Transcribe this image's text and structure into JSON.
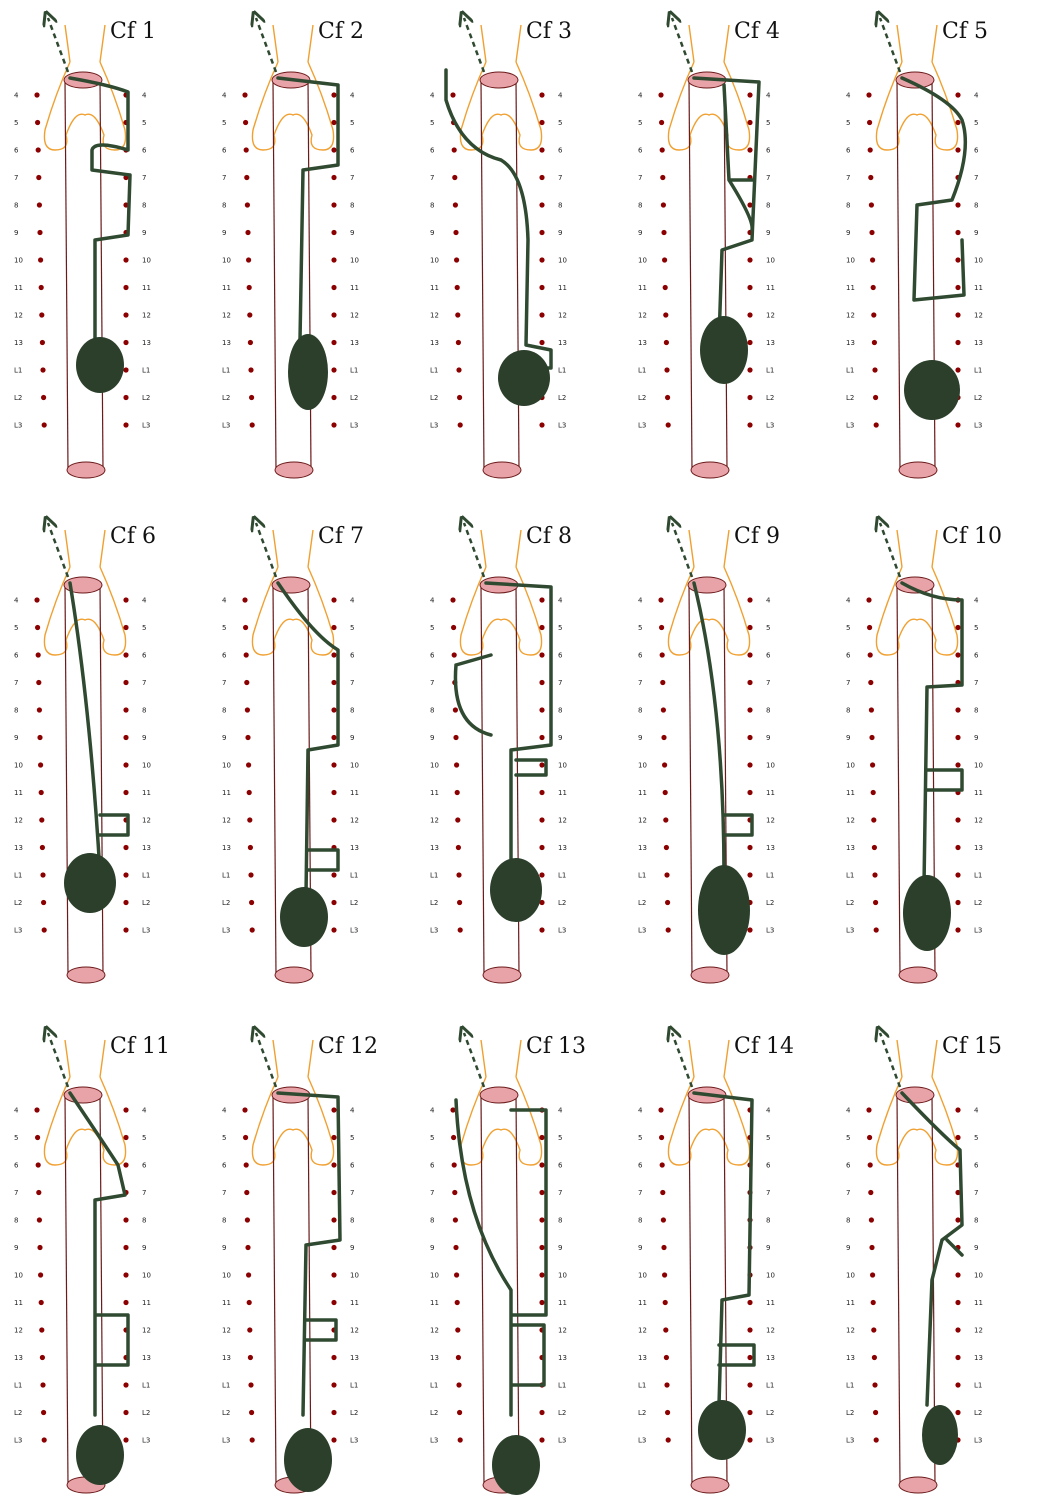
{
  "figure": {
    "level_labels": [
      "4",
      "5",
      "6",
      "7",
      "8",
      "9",
      "10",
      "11",
      "12",
      "13",
      "L1",
      "L2",
      "L3"
    ],
    "panels": [
      {
        "label": "Cf 1"
      },
      {
        "label": "Cf 2"
      },
      {
        "label": "Cf 3"
      },
      {
        "label": "Cf 4"
      },
      {
        "label": "Cf 5"
      },
      {
        "label": "Cf 6"
      },
      {
        "label": "Cf 7"
      },
      {
        "label": "Cf 8"
      },
      {
        "label": "Cf 9"
      },
      {
        "label": "Cf 10"
      },
      {
        "label": "Cf 11"
      },
      {
        "label": "Cf 12"
      },
      {
        "label": "Cf 13"
      },
      {
        "label": "Cf 14"
      },
      {
        "label": "Cf 15"
      }
    ]
  },
  "colors": {
    "vessel_outline": "#6b1a1a",
    "vessel_cap": "#e8a3a8",
    "trachea": "#f0a030",
    "node_dot": "#8b0000",
    "nerve_path": "#2f4a30",
    "ganglion_mass": "#2b3f2b",
    "title_text": "#111111"
  }
}
